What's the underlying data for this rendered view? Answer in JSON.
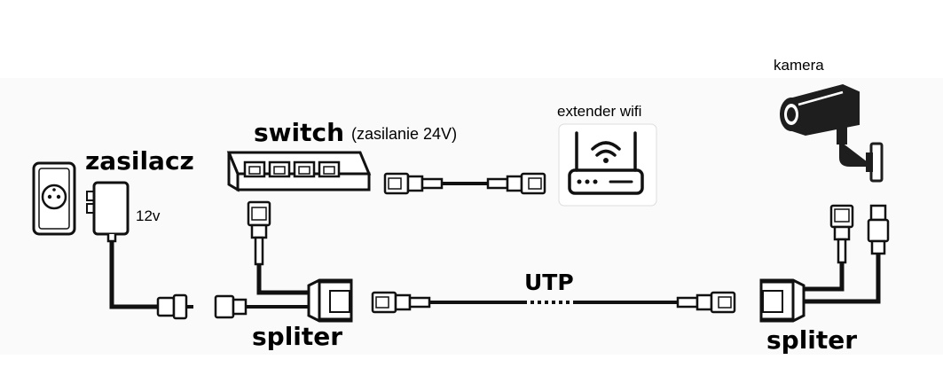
{
  "labels": {
    "zasilacz": "zasilacz",
    "voltage_12v": "12v",
    "switch": "switch",
    "switch_power": "(zasilanie 24V)",
    "extender": "extender wifi",
    "kamera": "kamera",
    "utp": "UTP",
    "spliter_left": "spliter",
    "spliter_right": "spliter"
  },
  "colors": {
    "line": "#111111",
    "fill": "#ffffff",
    "cable": "#1a1a1a",
    "camera": "#1e1e1e"
  }
}
